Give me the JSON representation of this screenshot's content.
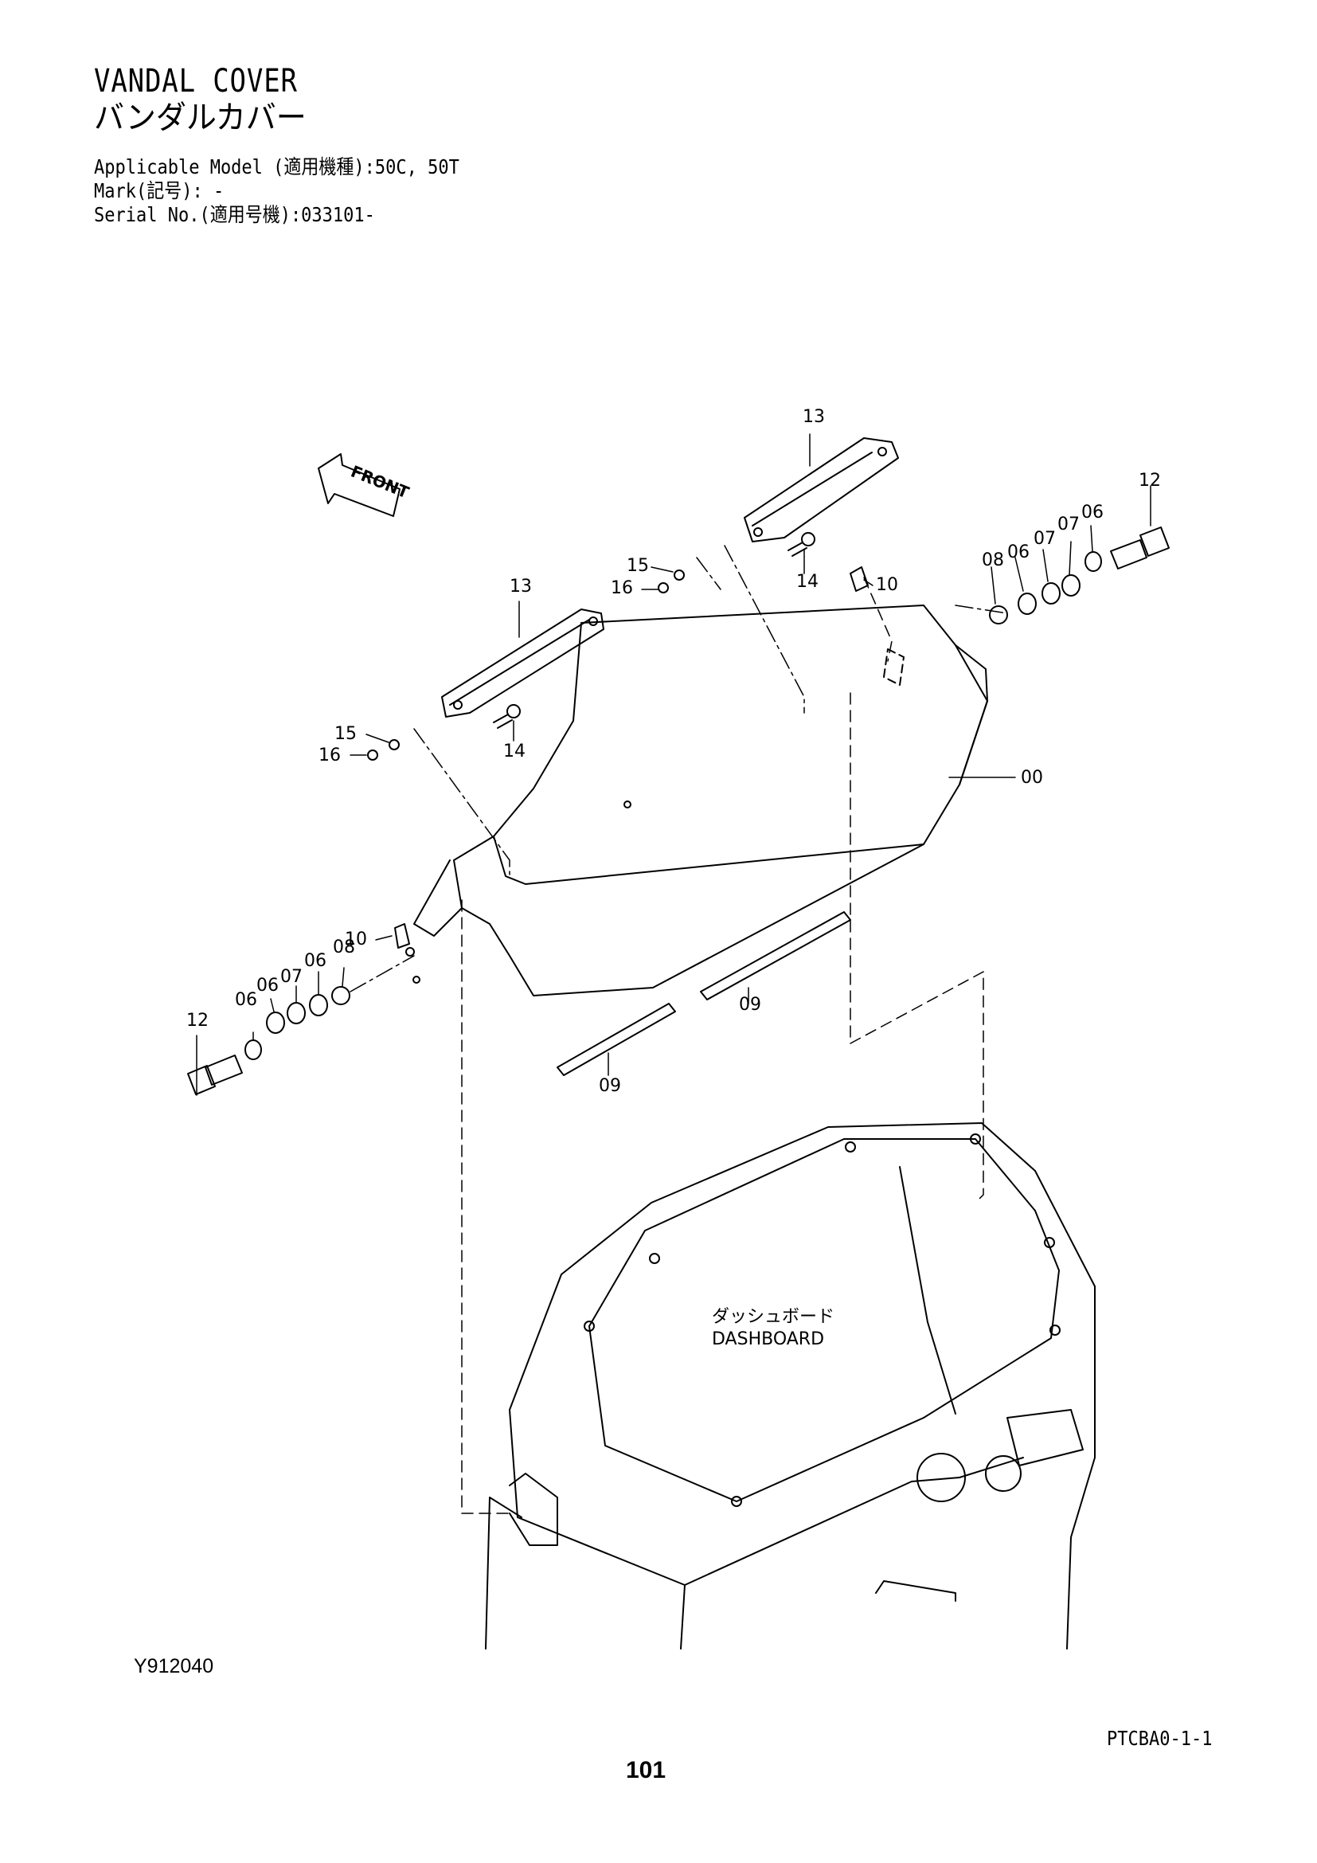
{
  "header": {
    "title_en": "VANDAL COVER",
    "title_jp": "バンダルカバー",
    "model_line": "Applicable Model (適用機種):50C, 50T",
    "mark_line": "Mark(記号): -",
    "serial_line": "Serial No.(適用号機):033101-"
  },
  "diagram": {
    "front_label": "FRONT",
    "dashboard_jp": "ダッシュボード",
    "dashboard_en": "DASHBOARD",
    "callouts": {
      "c00": "00",
      "c06a": "06",
      "c07a": "07",
      "c06b": "06",
      "c08a": "08",
      "c12a": "12",
      "c06c": "06",
      "c07c": "07",
      "c06d": "06",
      "c08b": "08",
      "c12b": "12",
      "c09a": "09",
      "c09b": "09",
      "c10a": "10",
      "c10b": "10",
      "c13a": "13",
      "c13b": "13",
      "c14a": "14",
      "c14b": "14",
      "c15a": "15",
      "c15b": "15",
      "c16a": "16",
      "c16b": "16"
    }
  },
  "footer": {
    "figure_no": "Y912040",
    "ref_code": "PTCBA0-1-1",
    "page_number": "101"
  }
}
